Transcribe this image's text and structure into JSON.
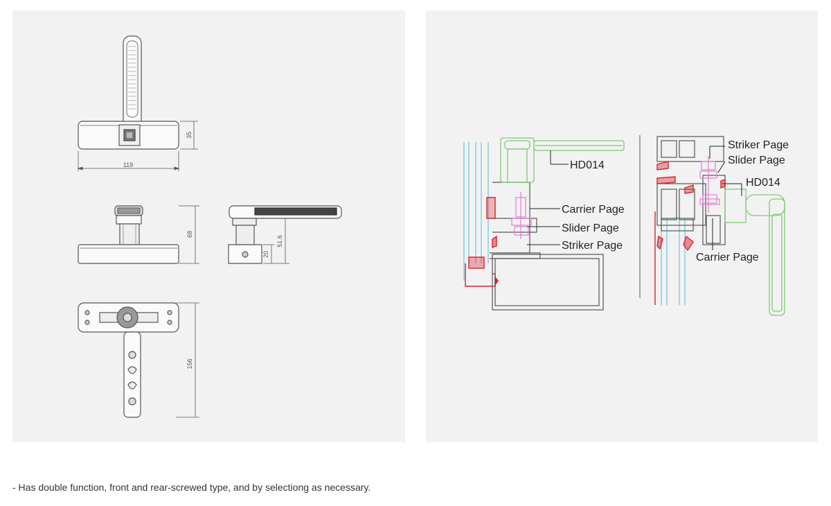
{
  "drawings": {
    "dims": {
      "width_119": "119",
      "height_35": "35",
      "height_68": "68",
      "height_51_6": "51.6",
      "height_20": "20",
      "length_156": "156"
    }
  },
  "section": {
    "labels": {
      "left_hd014": "HD014",
      "left_carrier": "Carrier Page",
      "left_slider": "Slider Page",
      "left_striker": "Striker Page",
      "right_striker": "Striker Page",
      "right_slider": "Slider Page",
      "right_hd014": "HD014",
      "right_carrier": "Carrier Page"
    }
  },
  "caption": "- Has double function, front and rear-screwed type, and by selectiong as necessary.",
  "colors": {
    "panel_bg": "#f2f2f2",
    "line": "#555555",
    "frame_red": "#d9232e",
    "glass_blue": "#6cc3dd",
    "handle_green": "#7fca74",
    "hardware_pink": "#e07fd0"
  }
}
